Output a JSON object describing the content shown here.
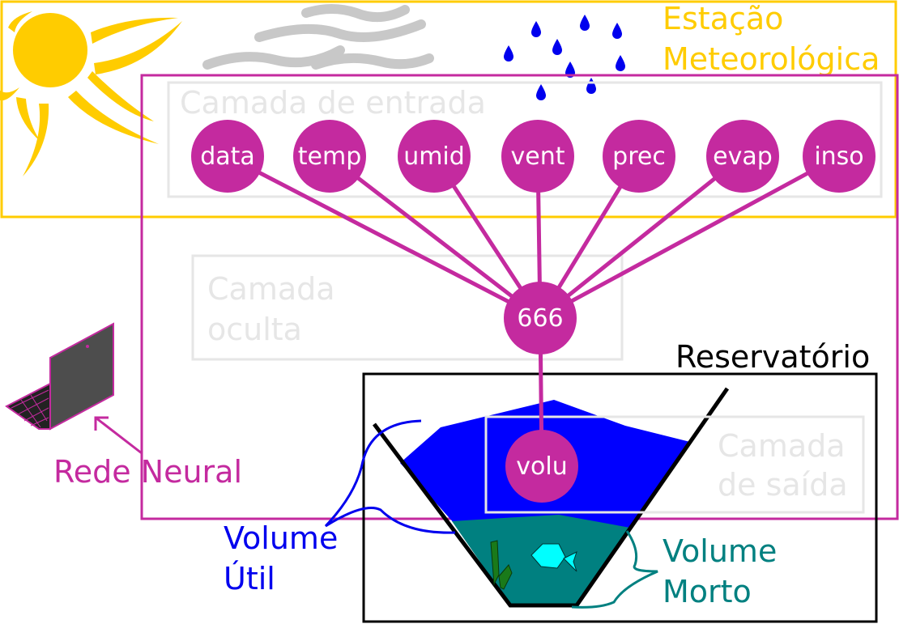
{
  "colors": {
    "station": "#ffcc00",
    "network": "#c42a9f",
    "layer_box": "#e6e6e6",
    "layer_text": "#e6e6e6",
    "water_useful": "#0000ff",
    "water_dead": "#008080",
    "reservoir": "#000000",
    "wind": "#c8c8c8",
    "rain": "#0000ee",
    "fish": "#00ffff",
    "plant": "#1a7a1a",
    "laptop": "#4d4d4d"
  },
  "labels": {
    "station_line1": "Estação",
    "station_line2": "Meteorológica",
    "input_layer": "Camada de entrada",
    "hidden_layer_line1": "Camada",
    "hidden_layer_line2": "oculta",
    "output_layer_line1": "Camada",
    "output_layer_line2": "de saída",
    "reservoir": "Reservatório",
    "neural_network": "Rede Neural",
    "useful_volume_line1": "Volume",
    "useful_volume_line2": "Útil",
    "dead_volume_line1": "Volume",
    "dead_volume_line2": "Morto"
  },
  "input_nodes": [
    "data",
    "temp",
    "umid",
    "vent",
    "prec",
    "evap",
    "inso"
  ],
  "hidden_node": "666",
  "output_node": "volu",
  "icons": [
    "sun-icon",
    "wind-icon",
    "rain-icon",
    "laptop-icon",
    "fish-icon",
    "plant-icon"
  ]
}
